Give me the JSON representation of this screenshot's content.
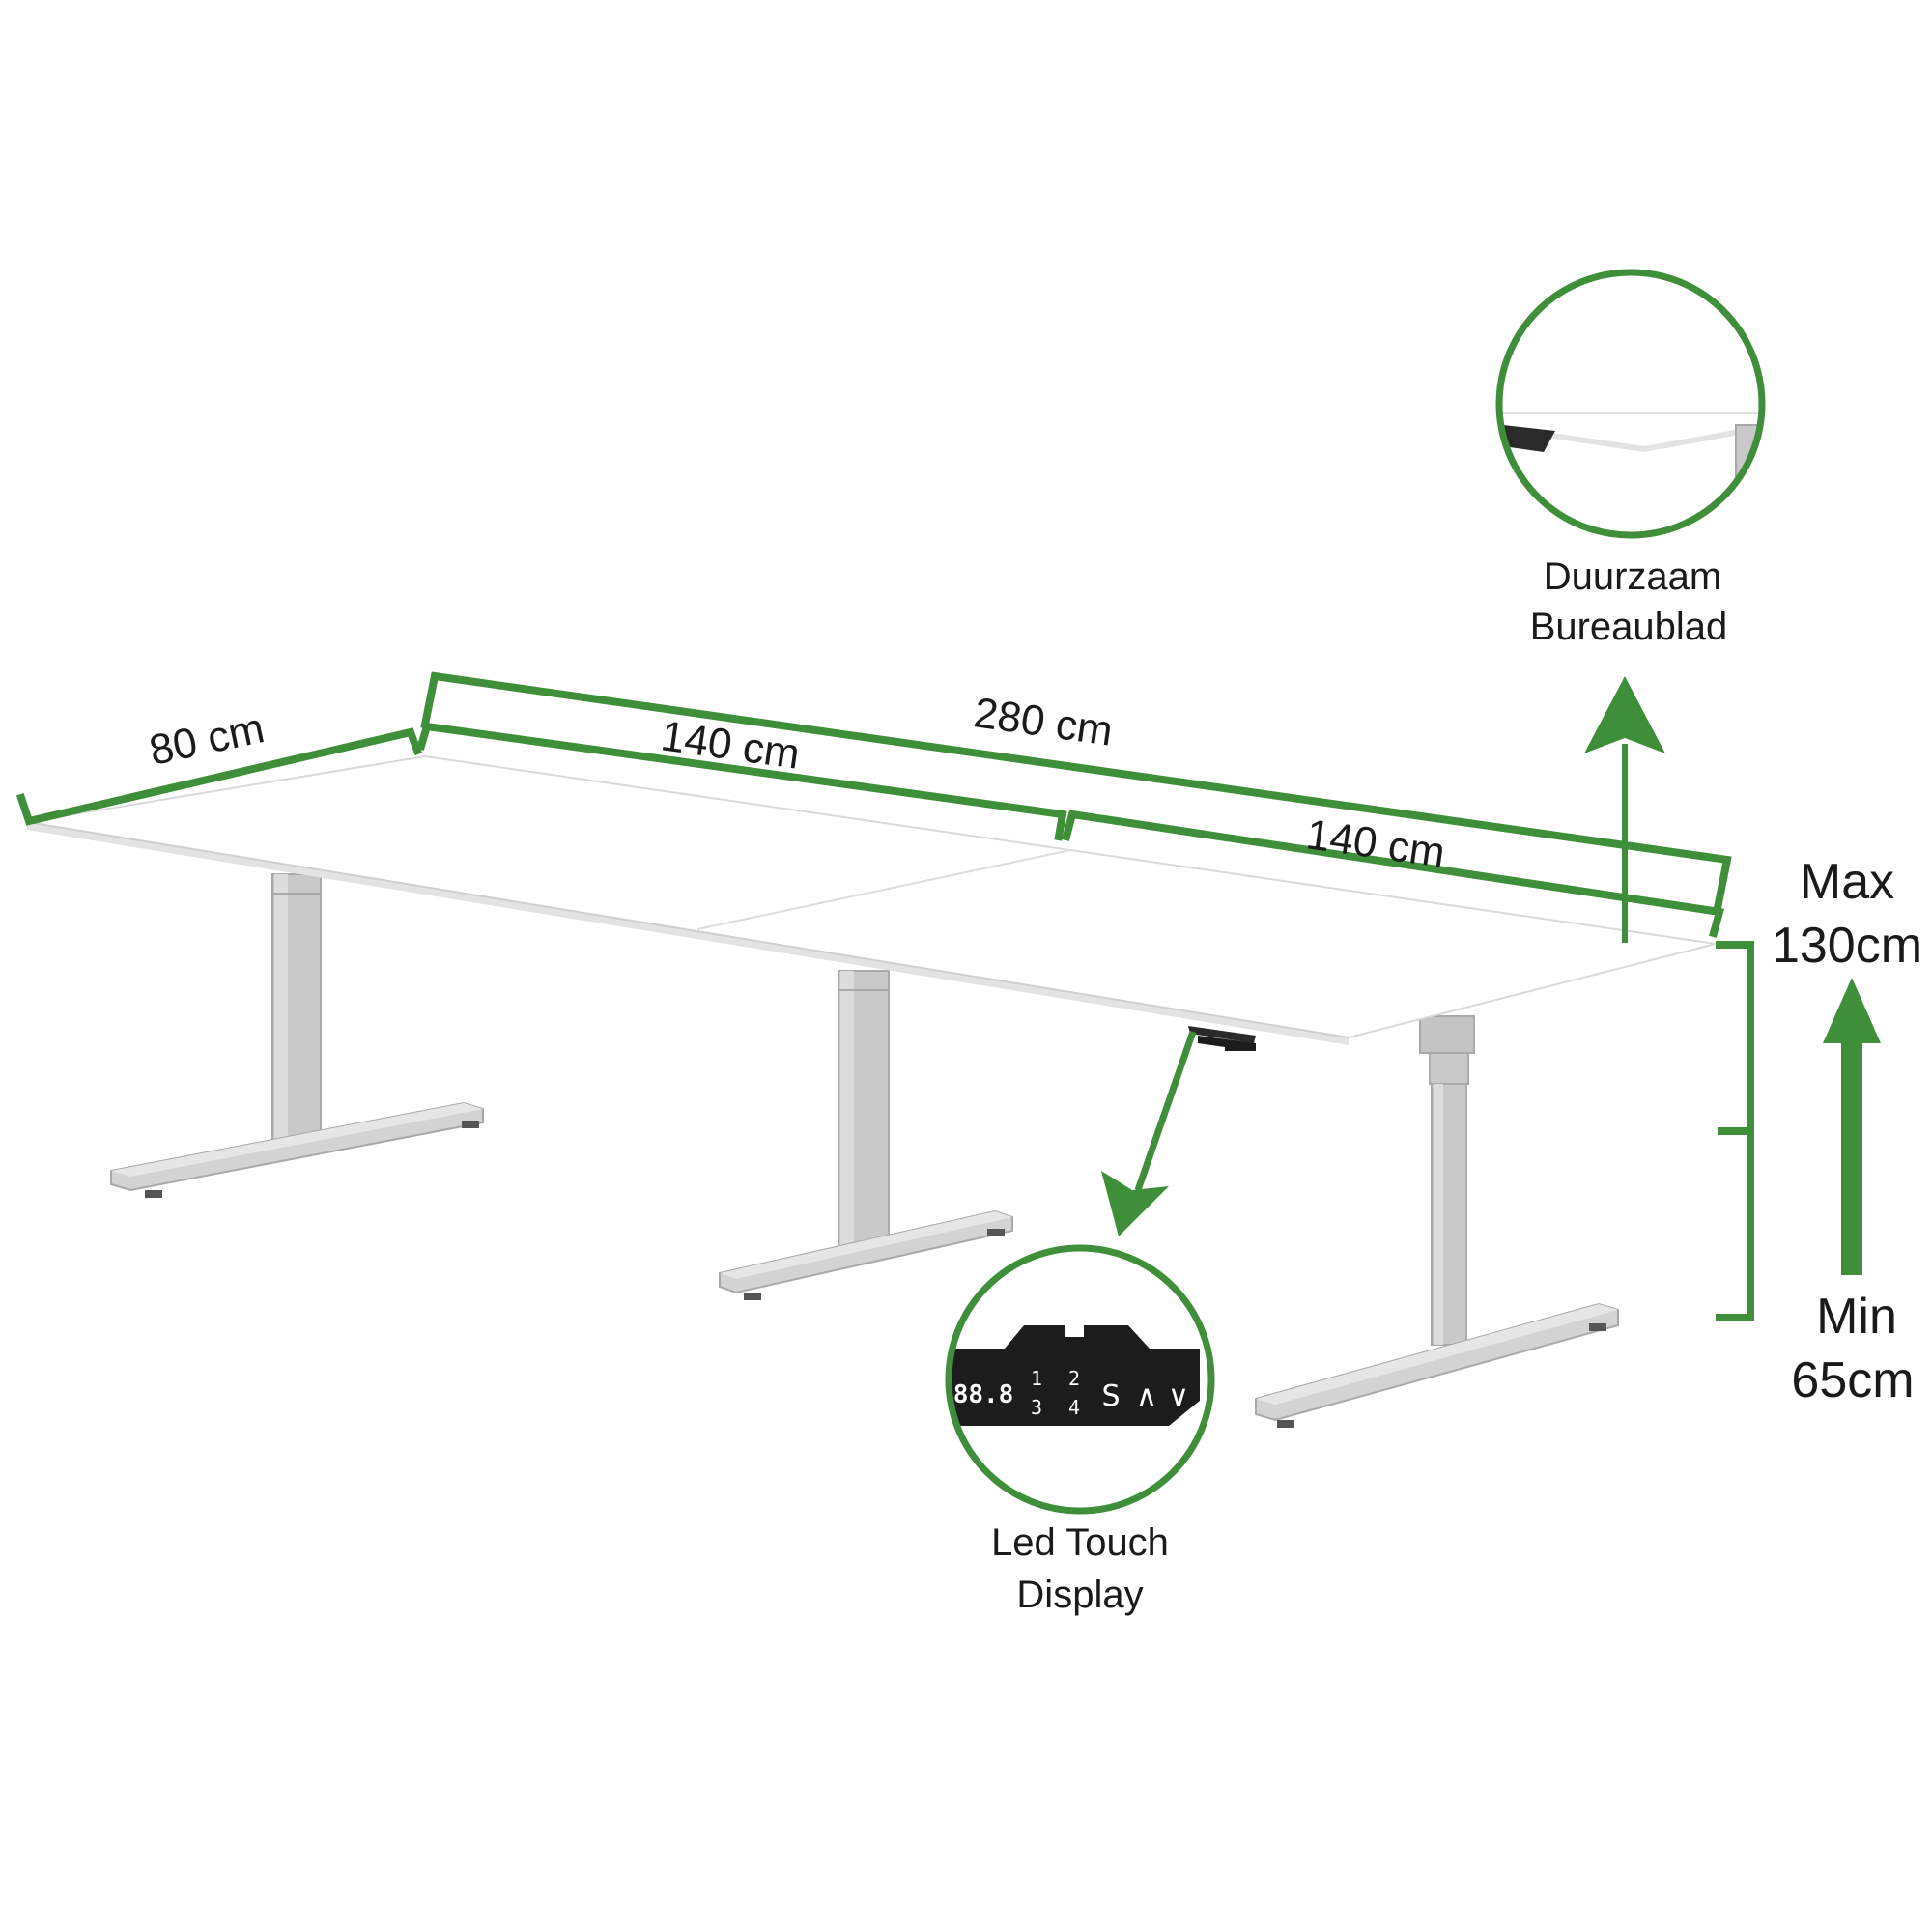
{
  "colors": {
    "accent": "#3f8f3a",
    "desktop": "#ffffff",
    "desktop_edge": "#d9d9d9",
    "frame": "#c8c8c8",
    "panel": "#1c1c1c"
  },
  "dimensions": {
    "depth": "80 cm",
    "segment_left": "140 cm",
    "segment_right": "140 cm",
    "total_length": "280 cm"
  },
  "height": {
    "max_label": "Max",
    "max_value": "130cm",
    "min_label": "Min",
    "min_value": "65cm"
  },
  "callouts": {
    "top": {
      "line1": "Duurzaam",
      "line2": "Bureaublad"
    },
    "display": {
      "line1": "Led Touch",
      "line2": "Display"
    }
  },
  "panel": {
    "readout": "88.8",
    "presets": [
      "1",
      "2",
      "3",
      "4"
    ],
    "save": "S",
    "up": "∧",
    "down": "∨"
  }
}
